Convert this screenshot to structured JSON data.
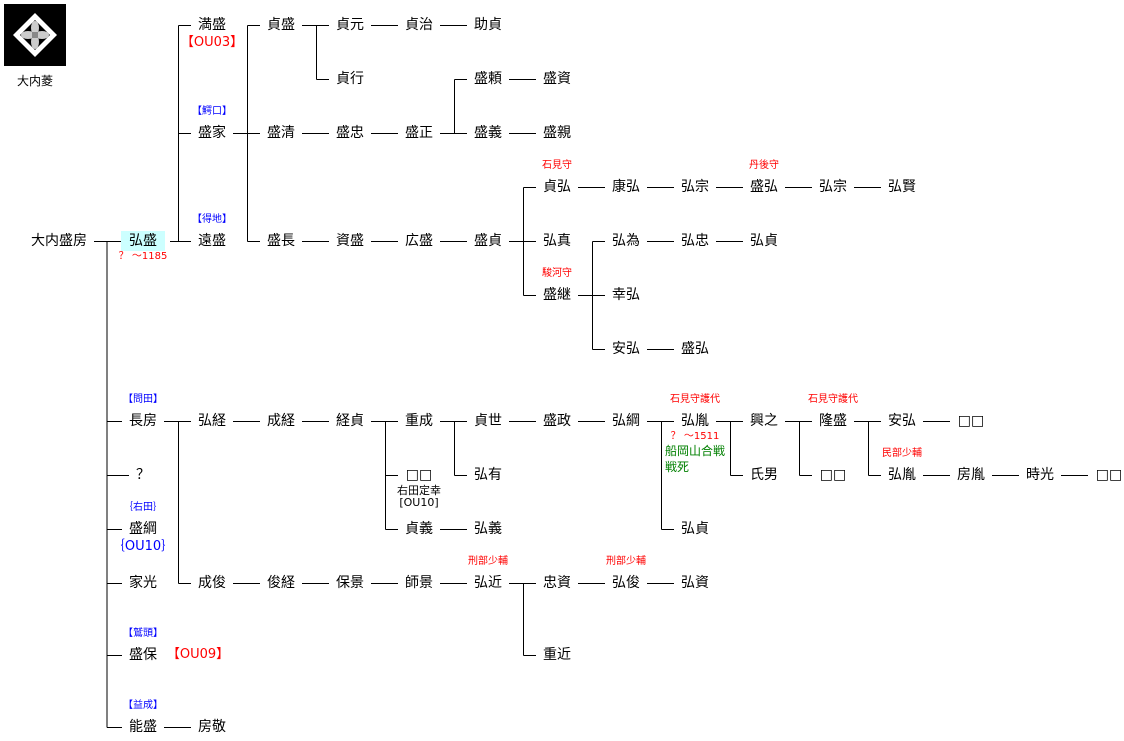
{
  "logo": {
    "caption": "大内菱",
    "icon": "ouchi-bishi-crest-icon"
  },
  "colors": {
    "red": "#ff0000",
    "blue": "#0000ff",
    "green": "#008000",
    "black": "#000000",
    "highlight": "#ccffff"
  },
  "nodes": [
    {
      "id": "n_morifusa",
      "text": "大内盛房"
    },
    {
      "id": "n_hiromori",
      "text": "弘盛",
      "highlight": true,
      "below": "？ ～1185",
      "below_color": "#ff0000"
    },
    {
      "id": "n_mitsumori",
      "text": "満盛",
      "below": "【OU03】",
      "below_color": "#ff0000",
      "below_big": true
    },
    {
      "id": "n_moriie",
      "text": "盛家",
      "above": "【鰐口】",
      "above_color": "#0000ff"
    },
    {
      "id": "n_tomori",
      "text": "遠盛",
      "above": "【得地】",
      "above_color": "#0000ff"
    },
    {
      "id": "n_sadamori",
      "text": "貞盛"
    },
    {
      "id": "n_morikiyo",
      "text": "盛清"
    },
    {
      "id": "n_torinaga",
      "text": "盛長"
    },
    {
      "id": "n_sadamoto",
      "text": "貞元"
    },
    {
      "id": "n_sadayuki",
      "text": "貞行"
    },
    {
      "id": "n_moritada",
      "text": "盛忠"
    },
    {
      "id": "n_sukemori",
      "text": "資盛"
    },
    {
      "id": "n_sadaharu",
      "text": "貞治"
    },
    {
      "id": "n_morimasa",
      "text": "盛正"
    },
    {
      "id": "n_hiromori2",
      "text": "広盛"
    },
    {
      "id": "n_sukesada",
      "text": "助貞"
    },
    {
      "id": "n_moriyori",
      "text": "盛頼"
    },
    {
      "id": "n_moriyoshi",
      "text": "盛義"
    },
    {
      "id": "n_morisada",
      "text": "盛貞"
    },
    {
      "id": "n_morisuke",
      "text": "盛資"
    },
    {
      "id": "n_morichika",
      "text": "盛親"
    },
    {
      "id": "n_sadahiro",
      "text": "貞弘",
      "above": "石見守",
      "above_color": "#ff0000"
    },
    {
      "id": "n_hirozane",
      "text": "弘真"
    },
    {
      "id": "n_moritsugu",
      "text": "盛継",
      "above": "駿河守",
      "above_color": "#ff0000"
    },
    {
      "id": "n_yasuhiro",
      "text": "康弘"
    },
    {
      "id": "n_hirotame",
      "text": "弘為"
    },
    {
      "id": "n_yukihiro",
      "text": "幸弘"
    },
    {
      "id": "n_yasuhiro2",
      "text": "安弘"
    },
    {
      "id": "n_hiromune",
      "text": "弘宗"
    },
    {
      "id": "n_hirotada",
      "text": "弘忠"
    },
    {
      "id": "n_morihiro2",
      "text": "盛弘"
    },
    {
      "id": "n_morihiro",
      "text": "盛弘",
      "above": "丹後守",
      "above_color": "#ff0000"
    },
    {
      "id": "n_hirosada",
      "text": "弘貞"
    },
    {
      "id": "n_hiromune2",
      "text": "弘宗"
    },
    {
      "id": "n_hirokata",
      "text": "弘賢"
    },
    {
      "id": "n_nagafusa",
      "text": "長房",
      "above": "【問田】",
      "above_color": "#0000ff"
    },
    {
      "id": "n_unknown",
      "text": "？"
    },
    {
      "id": "n_moritsuna",
      "text": "盛綱",
      "above": "｛右田｝",
      "above_color": "#0000ff",
      "below": "｛OU10｝",
      "below_color": "#0000ff",
      "below_big": true
    },
    {
      "id": "n_iemitsu",
      "text": "家光"
    },
    {
      "id": "n_moriyasu",
      "text": "盛保",
      "above": "【鷲頭】",
      "above_color": "#0000ff",
      "right": "【OU09】",
      "right_color": "#ff0000"
    },
    {
      "id": "n_yoshimori",
      "text": "能盛",
      "above": "【益成】",
      "above_color": "#0000ff"
    },
    {
      "id": "n_hirotsune",
      "text": "弘経"
    },
    {
      "id": "n_narutoshi",
      "text": "成俊"
    },
    {
      "id": "n_fusataka",
      "text": "房敬"
    },
    {
      "id": "n_naritsune",
      "text": "成経"
    },
    {
      "id": "n_toshitsune",
      "text": "俊経"
    },
    {
      "id": "n_tsunesada",
      "text": "経貞"
    },
    {
      "id": "n_yasukage",
      "text": "保景"
    },
    {
      "id": "n_shigenari",
      "text": "重成"
    },
    {
      "id": "n_blank1",
      "text": "□□",
      "below": "右田定幸\n[OU10]",
      "below_color": "#000000"
    },
    {
      "id": "n_sadayoshi",
      "text": "貞義"
    },
    {
      "id": "n_morokage",
      "text": "師景"
    },
    {
      "id": "n_sadayo",
      "text": "貞世"
    },
    {
      "id": "n_hiroari",
      "text": "弘有"
    },
    {
      "id": "n_hiroyoshi",
      "text": "弘義"
    },
    {
      "id": "n_hirochika",
      "text": "弘近",
      "above": "刑部少輔",
      "above_color": "#ff0000"
    },
    {
      "id": "n_morimasa2",
      "text": "盛政"
    },
    {
      "id": "n_tadasuke",
      "text": "忠資"
    },
    {
      "id": "n_shigechika",
      "text": "重近"
    },
    {
      "id": "n_hirotsuna",
      "text": "弘綱"
    },
    {
      "id": "n_hirotoshi",
      "text": "弘俊",
      "above": "刑部少輔",
      "above_color": "#ff0000"
    },
    {
      "id": "n_hirotane",
      "text": "弘胤",
      "above": "石見守護代",
      "above_color": "#ff0000",
      "below": "？ ～1511",
      "below_color": "#ff0000",
      "note": "船岡山合戦\n戦死",
      "note_color": "#008000"
    },
    {
      "id": "n_hirosada2",
      "text": "弘貞"
    },
    {
      "id": "n_hirosuke",
      "text": "弘資"
    },
    {
      "id": "n_okiyuki",
      "text": "興之"
    },
    {
      "id": "n_ujio",
      "text": "氏男"
    },
    {
      "id": "n_takamori",
      "text": "隆盛",
      "above": "石見守護代",
      "above_color": "#ff0000"
    },
    {
      "id": "n_blank2",
      "text": "□□"
    },
    {
      "id": "n_yasuhiro3",
      "text": "安弘"
    },
    {
      "id": "n_hirotane2",
      "text": "弘胤",
      "above": "民部少輔",
      "above_color": "#ff0000"
    },
    {
      "id": "n_blank3",
      "text": "□□"
    },
    {
      "id": "n_fusatane",
      "text": "房胤"
    },
    {
      "id": "n_tokimitsu",
      "text": "時光"
    },
    {
      "id": "n_blank4",
      "text": "□□"
    }
  ]
}
